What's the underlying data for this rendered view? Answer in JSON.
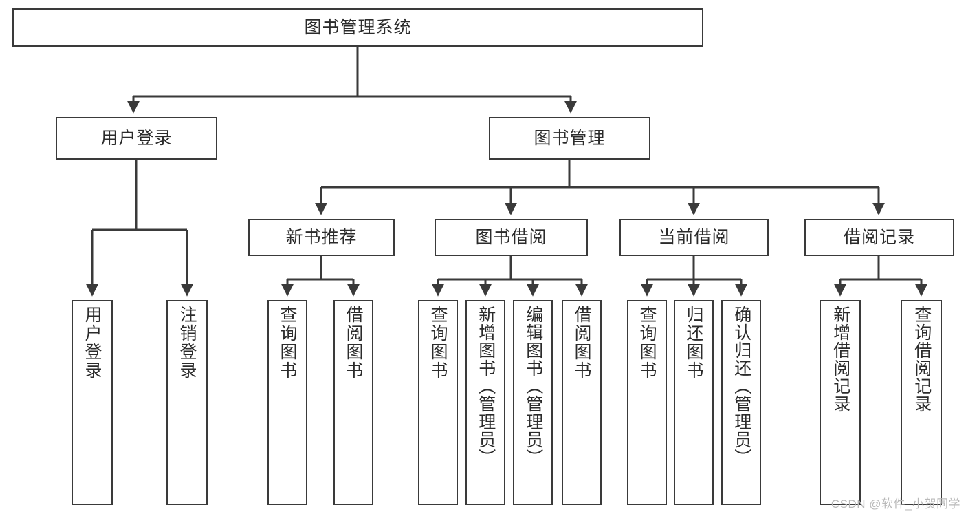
{
  "diagram": {
    "type": "tree",
    "title": "图书管理系统",
    "root": {
      "label": "图书管理系统"
    },
    "level2": [
      {
        "label": "用户登录"
      },
      {
        "label": "图书管理"
      }
    ],
    "level3": [
      {
        "label": "新书推荐"
      },
      {
        "label": "图书借阅"
      },
      {
        "label": "当前借阅"
      },
      {
        "label": "借阅记录"
      }
    ],
    "leaves": {
      "user_login": [
        {
          "label": "用户登录"
        },
        {
          "label": "注销登录"
        }
      ],
      "new_book_recommend": [
        {
          "label": "查询图书"
        },
        {
          "label": "借阅图书"
        }
      ],
      "book_borrow": [
        {
          "label": "查询图书"
        },
        {
          "label": "新增图书（管理员）"
        },
        {
          "label": "编辑图书（管理员）"
        },
        {
          "label": "借阅图书"
        }
      ],
      "current_borrow": [
        {
          "label": "查询图书"
        },
        {
          "label": "归还图书"
        },
        {
          "label": "确认归还（管理员）"
        }
      ],
      "borrow_record": [
        {
          "label": "新增借阅记录"
        },
        {
          "label": "查询借阅记录"
        }
      ]
    }
  },
  "style": {
    "border_color": "#3a3a3a",
    "text_color": "#2b2b2b",
    "background": "#ffffff",
    "watermark_color": "#b9b9b9"
  },
  "watermark": {
    "text": "CSDN @软件_小贺同学"
  }
}
